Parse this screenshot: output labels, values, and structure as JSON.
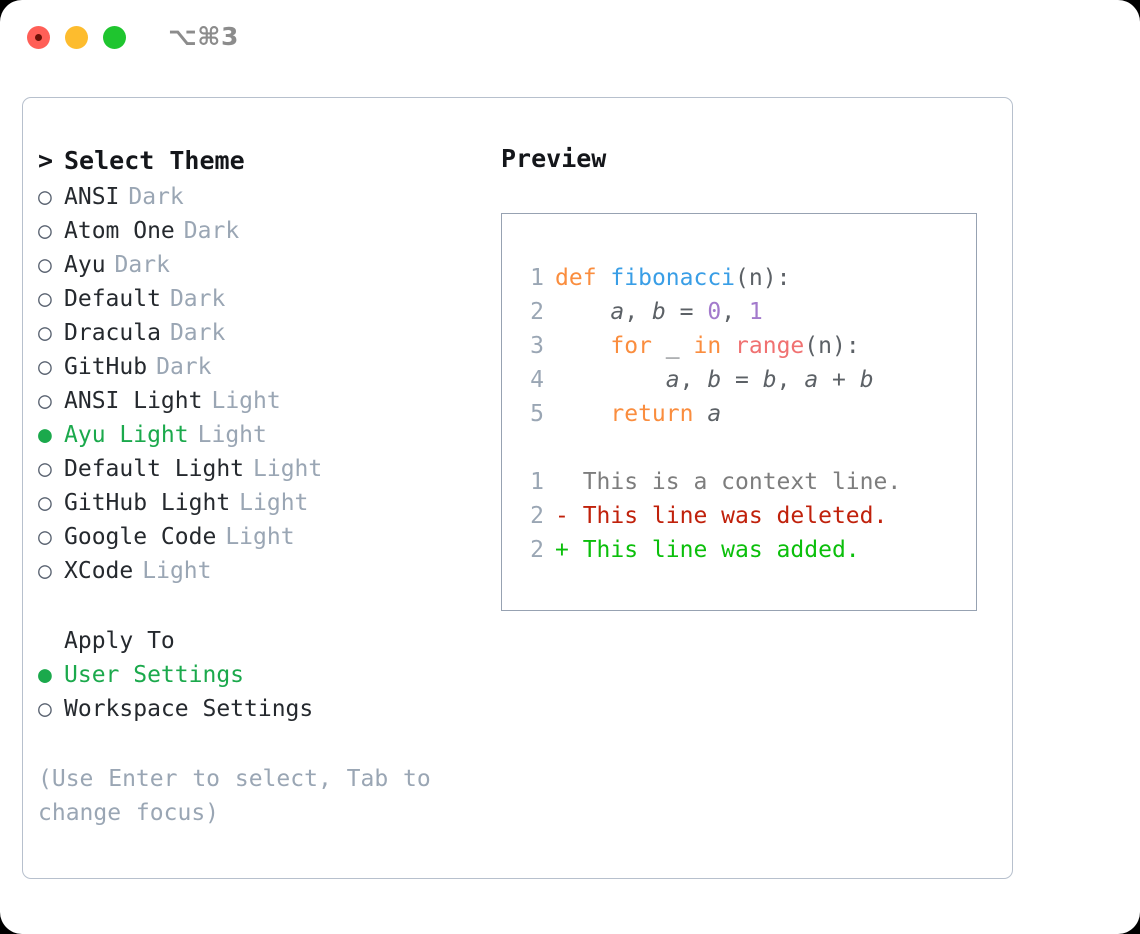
{
  "window": {
    "shortcut": "⌥⌘3",
    "traffic_lights": [
      "close-red",
      "minimize-yellow",
      "maximize-green"
    ]
  },
  "theme_picker": {
    "title": "Select Theme",
    "caret": ">",
    "bullet_selected": "●",
    "bullet_unselected": "○",
    "items": [
      {
        "name": "ANSI",
        "variant": "Dark",
        "selected": false
      },
      {
        "name": "Atom One",
        "variant": "Dark",
        "selected": false
      },
      {
        "name": "Ayu",
        "variant": "Dark",
        "selected": false
      },
      {
        "name": "Default",
        "variant": "Dark",
        "selected": false
      },
      {
        "name": "Dracula",
        "variant": "Dark",
        "selected": false
      },
      {
        "name": "GitHub",
        "variant": "Dark",
        "selected": false
      },
      {
        "name": "ANSI Light",
        "variant": "Light",
        "selected": false
      },
      {
        "name": "Ayu Light",
        "variant": "Light",
        "selected": true
      },
      {
        "name": "Default Light",
        "variant": "Light",
        "selected": false
      },
      {
        "name": "GitHub Light",
        "variant": "Light",
        "selected": false
      },
      {
        "name": "Google Code",
        "variant": "Light",
        "selected": false
      },
      {
        "name": "XCode",
        "variant": "Light",
        "selected": false
      }
    ]
  },
  "apply_to": {
    "title": "Apply To",
    "items": [
      {
        "name": "User Settings",
        "selected": true
      },
      {
        "name": "Workspace Settings",
        "selected": false
      }
    ]
  },
  "hint": "(Use Enter to select, Tab to change focus)",
  "preview": {
    "title": "Preview",
    "code_lines": [
      {
        "no": "1",
        "tokens": [
          {
            "t": "def",
            "c": "k"
          },
          {
            "t": " ",
            "c": "pn"
          },
          {
            "t": "fibonacci",
            "c": "fn"
          },
          {
            "t": "(",
            "c": "pn"
          },
          {
            "t": "n",
            "c": "pn"
          },
          {
            "t": "):",
            "c": "pn"
          }
        ]
      },
      {
        "no": "2",
        "tokens": [
          {
            "t": "    ",
            "c": "pn"
          },
          {
            "t": "a",
            "c": "var"
          },
          {
            "t": ", ",
            "c": "pn"
          },
          {
            "t": "b",
            "c": "var"
          },
          {
            "t": " = ",
            "c": "pn"
          },
          {
            "t": "0",
            "c": "num"
          },
          {
            "t": ", ",
            "c": "pn"
          },
          {
            "t": "1",
            "c": "num"
          }
        ]
      },
      {
        "no": "3",
        "tokens": [
          {
            "t": "    ",
            "c": "pn"
          },
          {
            "t": "for",
            "c": "k"
          },
          {
            "t": " _ ",
            "c": "pn"
          },
          {
            "t": "in",
            "c": "k"
          },
          {
            "t": " ",
            "c": "pn"
          },
          {
            "t": "range",
            "c": "bi"
          },
          {
            "t": "(n):",
            "c": "pn"
          }
        ]
      },
      {
        "no": "4",
        "tokens": [
          {
            "t": "        ",
            "c": "pn"
          },
          {
            "t": "a",
            "c": "var"
          },
          {
            "t": ", ",
            "c": "pn"
          },
          {
            "t": "b",
            "c": "var"
          },
          {
            "t": " = ",
            "c": "pn"
          },
          {
            "t": "b",
            "c": "var"
          },
          {
            "t": ", ",
            "c": "pn"
          },
          {
            "t": "a",
            "c": "var"
          },
          {
            "t": " + ",
            "c": "pn"
          },
          {
            "t": "b",
            "c": "var"
          }
        ]
      },
      {
        "no": "5",
        "tokens": [
          {
            "t": "    ",
            "c": "pn"
          },
          {
            "t": "return",
            "c": "k"
          },
          {
            "t": " ",
            "c": "pn"
          },
          {
            "t": "a",
            "c": "var"
          }
        ]
      }
    ],
    "diff_lines": [
      {
        "no": "1",
        "marker": " ",
        "text": "This is a context line.",
        "kind": "dctx"
      },
      {
        "no": "2",
        "marker": "-",
        "text": "This line was deleted.",
        "kind": "ddel"
      },
      {
        "no": "2",
        "marker": "+",
        "text": "This line was added.",
        "kind": "dadd"
      }
    ]
  },
  "colors": {
    "accent_green": "#1ba94c",
    "diff_added": "#0bbf0b",
    "diff_deleted": "#c0210b",
    "keyword": "#fa8d3e",
    "function": "#399ee6",
    "builtin": "#f07171",
    "number": "#a37acc",
    "muted": "#9aa6b4"
  }
}
